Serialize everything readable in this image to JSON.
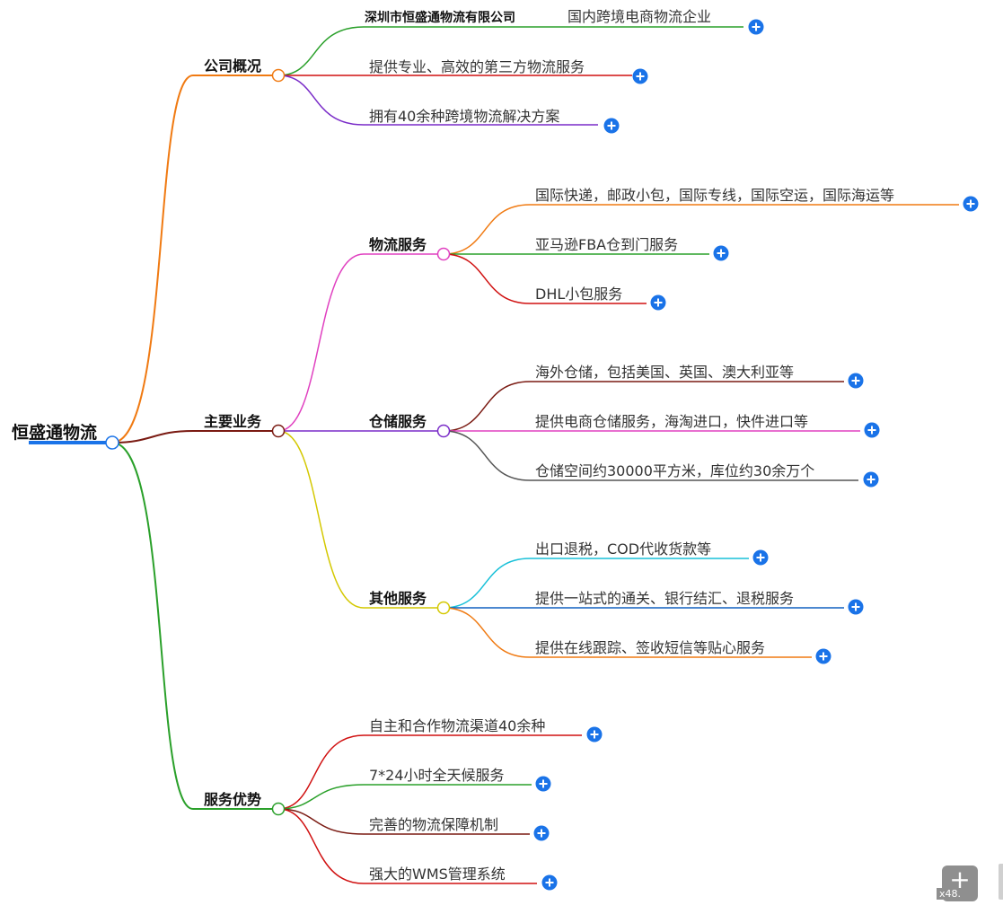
{
  "root": {
    "label": "恒盛通物流"
  },
  "branches": [
    {
      "label": "公司概况",
      "color": "#f07a12",
      "children": [
        {
          "title": "深圳市恒盛通物流有限公司",
          "label": "国内跨境电商物流企业",
          "color": "#2aa02a"
        },
        {
          "label": "提供专业、高效的第三方物流服务",
          "color": "#d01010"
        },
        {
          "label": "拥有40余种跨境物流解决方案",
          "color": "#7a2cc8"
        }
      ]
    },
    {
      "label": "主要业务",
      "color": "#7a1a12",
      "children": [
        {
          "label": "物流服务",
          "color": "#e040c0",
          "children": [
            {
              "label": "国际快递，邮政小包，国际专线，国际空运，国际海运等",
              "color": "#f07a12"
            },
            {
              "label": "亚马逊FBA仓到门服务",
              "color": "#2aa02a"
            },
            {
              "label": "DHL小包服务",
              "color": "#d01010"
            }
          ]
        },
        {
          "label": "仓储服务",
          "color": "#7a2cc8",
          "children": [
            {
              "label": "海外仓储，包括美国、英国、澳大利亚等",
              "color": "#7a1a12"
            },
            {
              "label": "提供电商仓储服务，海淘进口，快件进口等",
              "color": "#e040c0"
            },
            {
              "label": "仓储空间约30000平方米，库位约30余万个",
              "color": "#555555"
            }
          ]
        },
        {
          "label": "其他服务",
          "color": "#d4c800",
          "children": [
            {
              "label": "出口退税，COD代收货款等",
              "color": "#18c0d8"
            },
            {
              "label": "提供一站式的通关、银行结汇、退税服务",
              "color": "#1060c0"
            },
            {
              "label": "提供在线跟踪、签收短信等贴心服务",
              "color": "#f07a12"
            }
          ]
        }
      ]
    },
    {
      "label": "服务优势",
      "color": "#2aa02a",
      "children": [
        {
          "label": "自主和合作物流渠道40余种",
          "color": "#d01010"
        },
        {
          "label": "7*24小时全天候服务",
          "color": "#2aa02a"
        },
        {
          "label": "完善的物流保障机制",
          "color": "#7a1a12"
        },
        {
          "label": "强大的WMS管理系统",
          "color": "#d01010"
        }
      ]
    }
  ],
  "toolbar": {
    "zoom_label": "x48."
  },
  "colors": {
    "expand_button": "#1a73e8",
    "root_underline": "#1a73e8"
  }
}
